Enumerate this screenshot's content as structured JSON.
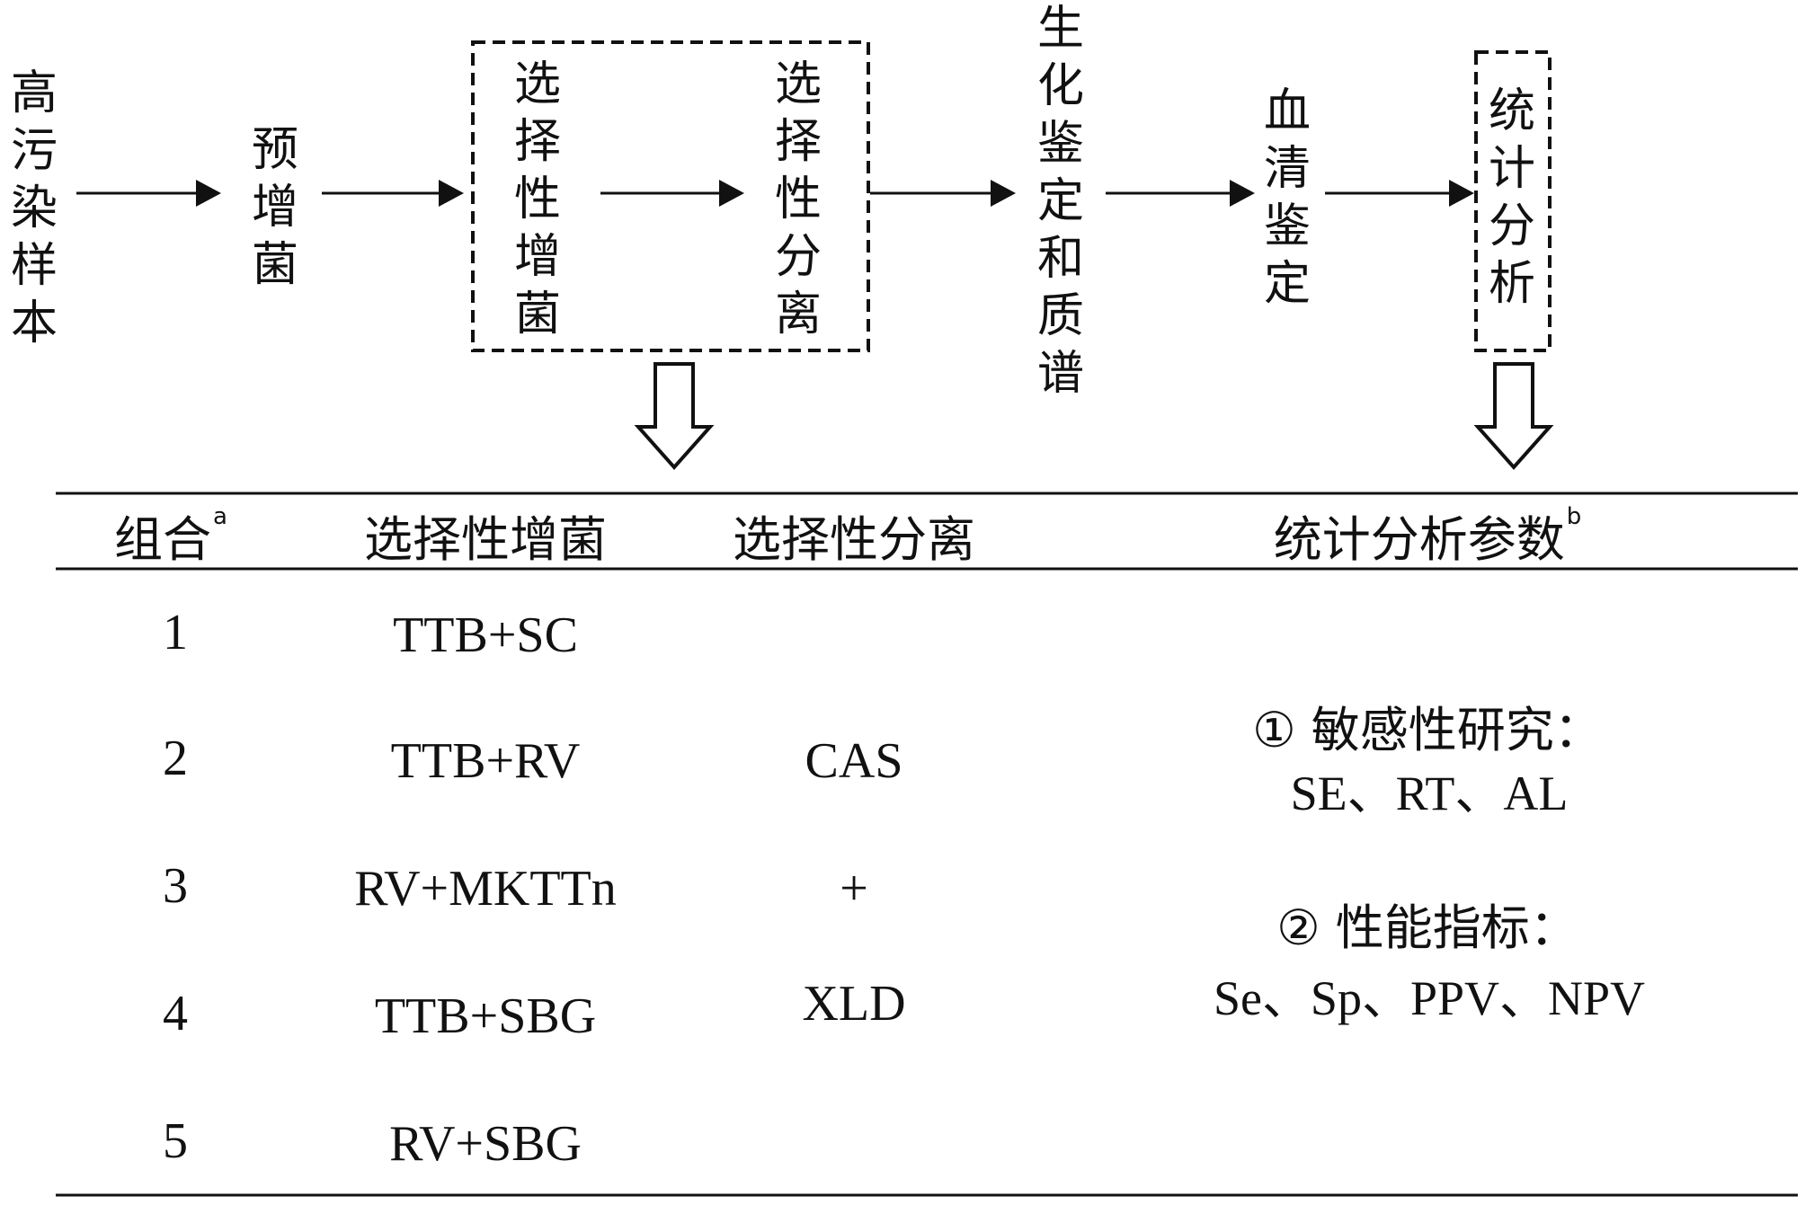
{
  "flow": {
    "steps": [
      {
        "id": "sample",
        "label": "高\n污\n染\n样\n本"
      },
      {
        "id": "pre_enrich",
        "label": "预\n增\n菌"
      },
      {
        "id": "sel_enrich",
        "label": "选\n择\n性\n增\n菌"
      },
      {
        "id": "sel_isolate",
        "label": "选\n择\n性\n分\n离"
      },
      {
        "id": "biochem",
        "label": "生\n化\n鉴\n定\n和\n质\n谱"
      },
      {
        "id": "serum",
        "label": "血\n清\n鉴\n定"
      },
      {
        "id": "stats",
        "label": "统\n计\n分\n析"
      }
    ]
  },
  "table": {
    "headers": {
      "combo": "组合",
      "combo_sup": "a",
      "sel_enrich": "选择性增菌",
      "sel_isolate": "选择性分离",
      "stats": "统计分析参数",
      "stats_sup": "b"
    },
    "rows": [
      {
        "combo": "1",
        "enrich": "TTB+SC"
      },
      {
        "combo": "2",
        "enrich": "TTB+RV"
      },
      {
        "combo": "3",
        "enrich": "RV+MKTTn"
      },
      {
        "combo": "4",
        "enrich": "TTB+SBG"
      },
      {
        "combo": "5",
        "enrich": "RV+SBG"
      }
    ],
    "isolation": [
      "CAS",
      "+",
      "XLD"
    ],
    "stats": {
      "line1": "① 敏感性研究：",
      "line2": "SE、RT、AL",
      "line3": "② 性能指标：",
      "line4": "Se、Sp、PPV、NPV"
    }
  }
}
